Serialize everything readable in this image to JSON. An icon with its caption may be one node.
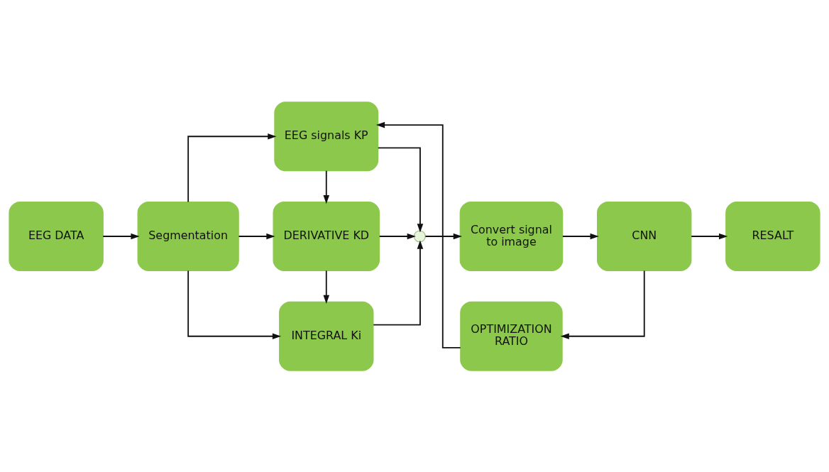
{
  "diagram": {
    "nodes": [
      {
        "text": [
          "EEG DATA"
        ]
      },
      {
        "text": [
          "Segmentation"
        ]
      },
      {
        "text": [
          "INTEGRAL Ki"
        ]
      },
      {
        "text": [
          "DERIVATIVE KD"
        ]
      },
      {
        "text": [
          "EEG signals KP"
        ]
      },
      {
        "text": [],
        "shape": "circle"
      },
      {
        "text": [
          "Convert signal to image"
        ]
      },
      {
        "text": [
          "CNN"
        ]
      },
      {
        "text": [
          "RESALT"
        ]
      },
      {
        "text": [
          "OPTIMIZATION RATIO"
        ]
      }
    ],
    "edges": [
      {
        "from": 0,
        "to": 1,
        "arrow": "to"
      },
      {
        "from": 1,
        "to": 2,
        "arrow": "to"
      },
      {
        "from": 1,
        "to": 3,
        "arrow": "to"
      },
      {
        "from": 1,
        "to": 4,
        "arrow": "to"
      },
      {
        "from": 3,
        "to": 2,
        "arrow": "to"
      },
      {
        "from": 4,
        "to": 3,
        "arrow": "to"
      },
      {
        "from": 2,
        "to": 5,
        "arrow": "to"
      },
      {
        "from": 3,
        "to": 5,
        "arrow": "to"
      },
      {
        "from": 4,
        "to": 5,
        "arrow": "to"
      },
      {
        "from": 5,
        "to": 6,
        "arrow": "to"
      },
      {
        "from": 6,
        "to": 7,
        "arrow": "to"
      },
      {
        "from": 7,
        "to": 8,
        "arrow": "to"
      },
      {
        "from": 7,
        "to": 9,
        "arrow": "to"
      },
      {
        "from": 9,
        "to": 4,
        "arrow": "to"
      }
    ]
  }
}
